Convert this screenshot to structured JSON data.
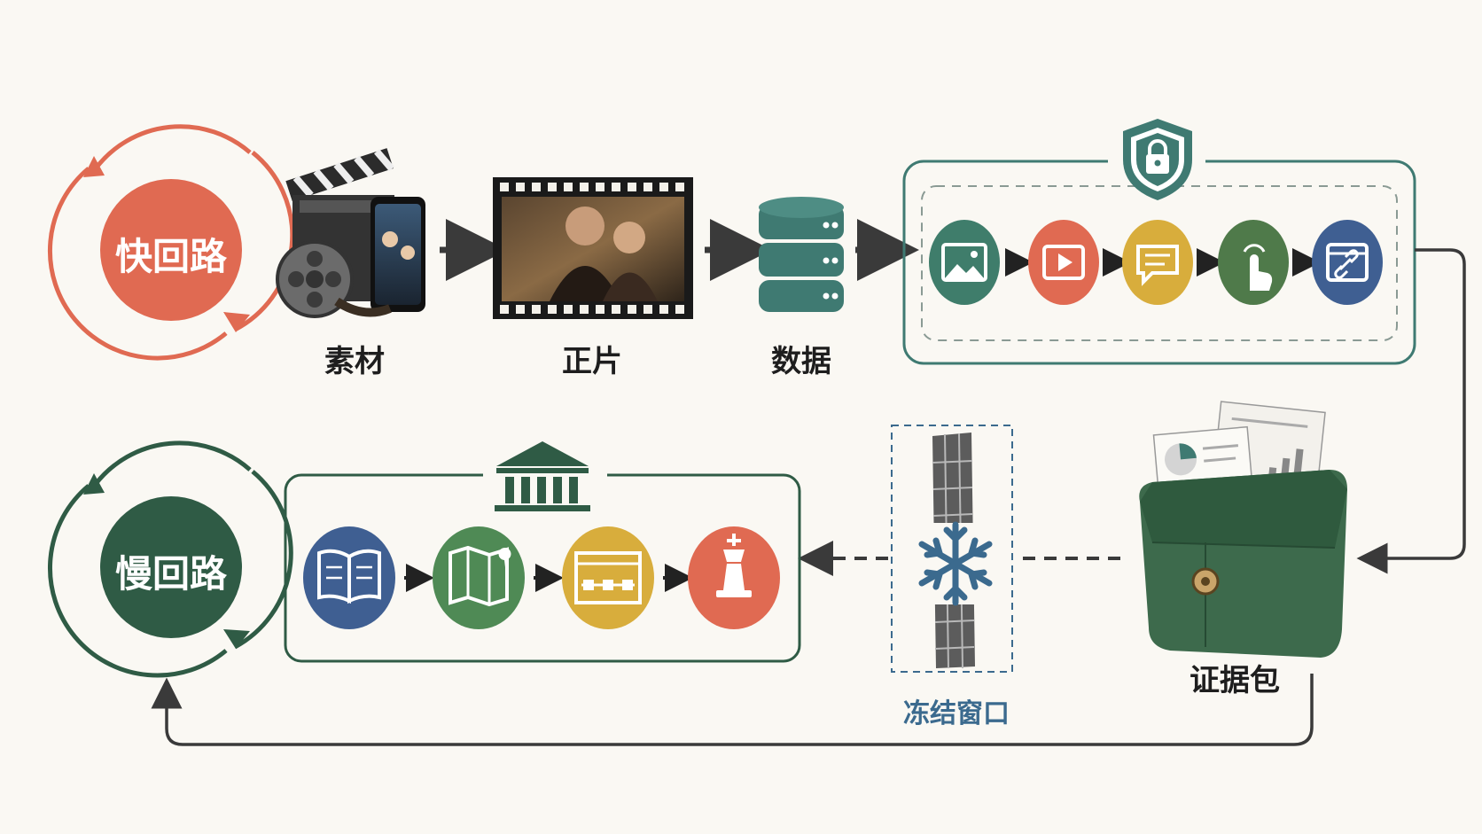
{
  "fast_loop": {
    "label": "快回路",
    "color": "#e06a52"
  },
  "slow_loop": {
    "label": "慢回路",
    "color": "#2f5b45"
  },
  "stages": {
    "material": "素材",
    "feature_film": "正片",
    "data": "数据"
  },
  "freeze_window": {
    "label": "冻结窗口",
    "color": "#3b6a8e"
  },
  "evidence_package": {
    "label": "证据包"
  },
  "secure_pipeline": {
    "icons": [
      "image-icon",
      "video-play-icon",
      "message-icon",
      "touch-icon",
      "link-icon"
    ],
    "colors": [
      "#3f7d6b",
      "#e06a52",
      "#d8ad3c",
      "#4f7a4a",
      "#3f5f92"
    ],
    "frame_color": "#3f7a72"
  },
  "institution_pipeline": {
    "icons": [
      "book-icon",
      "map-icon",
      "timeline-icon",
      "chess-king-icon"
    ],
    "colors": [
      "#3f5f92",
      "#4f8a55",
      "#d8ad3c",
      "#e06a52"
    ],
    "frame_color": "#2f5b45"
  }
}
